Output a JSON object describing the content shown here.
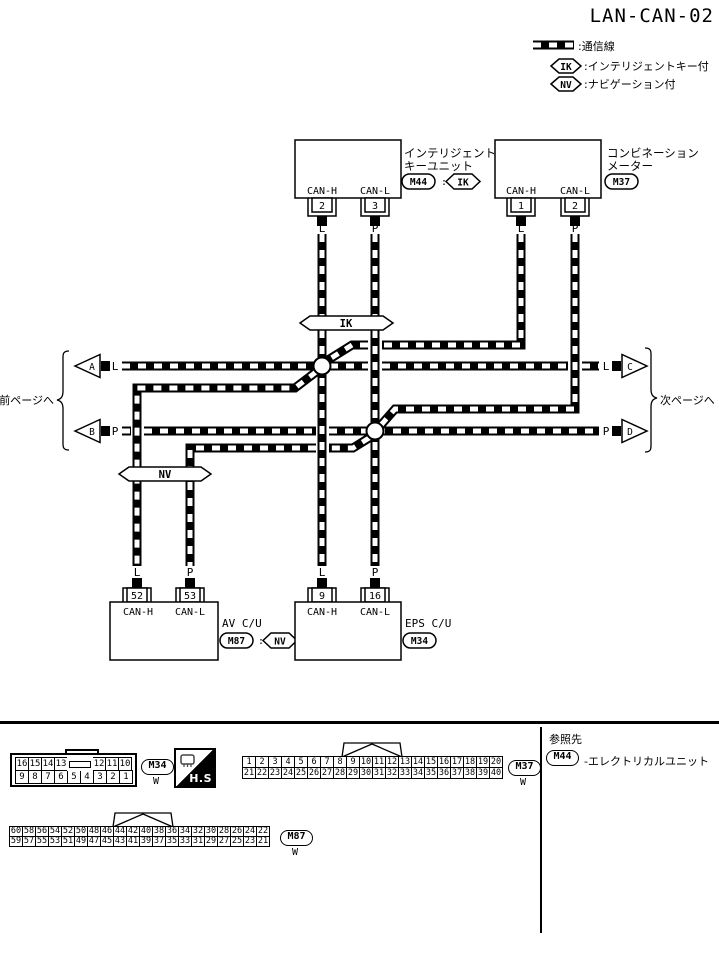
{
  "title": "LAN-CAN-02",
  "legend": {
    "comm_line_label": ":通信線",
    "ik_tag": "IK",
    "ik_label": ":インテリジェントキー付",
    "nv_tag": "NV",
    "nv_label": ":ナビゲーション付"
  },
  "units": {
    "intelligent_key": {
      "name_line1": "インテリジェント",
      "name_line2": "キーユニット",
      "connector": "M44",
      "colon": ":",
      "cond_tag": "IK",
      "can_h_label": "CAN-H",
      "can_l_label": "CAN-L",
      "can_h_pin": "2",
      "can_l_pin": "3",
      "can_h_wire": "L",
      "can_l_wire": "P"
    },
    "combination_meter": {
      "name_line1": "コンビネーション",
      "name_line2": "メーター",
      "connector": "M37",
      "can_h_label": "CAN-H",
      "can_l_label": "CAN-L",
      "can_h_pin": "1",
      "can_l_pin": "2",
      "can_h_wire": "L",
      "can_l_wire": "P"
    },
    "av_cu": {
      "name": "AV C/U",
      "connector": "M87",
      "colon": ":",
      "cond_tag": "NV",
      "can_h_label": "CAN-H",
      "can_l_label": "CAN-L",
      "can_h_pin": "52",
      "can_l_pin": "53",
      "can_h_wire": "L",
      "can_l_wire": "P"
    },
    "eps_cu": {
      "name": "EPS C/U",
      "connector": "M34",
      "can_h_label": "CAN-H",
      "can_l_label": "CAN-L",
      "can_h_pin": "9",
      "can_l_pin": "16",
      "can_h_wire": "L",
      "can_l_wire": "P"
    }
  },
  "inline_tags": {
    "ik": "IK",
    "nv": "NV"
  },
  "page_links": {
    "prev_label": "前ページへ",
    "next_label": "次ページへ",
    "a_id": "A",
    "a_wire": "L",
    "b_id": "B",
    "b_wire": "P",
    "c_id": "C",
    "c_wire": "L",
    "d_id": "D",
    "d_wire": "P"
  },
  "connector_views": {
    "m34": {
      "id": "M34",
      "color": "W",
      "row1a": [
        "16",
        "15",
        "14",
        "13"
      ],
      "row1b": [
        "12",
        "11",
        "10"
      ],
      "row2": [
        "9",
        "8",
        "7",
        "6",
        "5",
        "4",
        "3",
        "2",
        "1"
      ]
    },
    "m37": {
      "id": "M37",
      "color": "W",
      "row1": [
        "1",
        "2",
        "3",
        "4",
        "5",
        "6",
        "7",
        "8",
        "9",
        "10",
        "11",
        "12",
        "13",
        "14",
        "15",
        "16",
        "17",
        "18",
        "19",
        "20"
      ],
      "row2": [
        "21",
        "22",
        "23",
        "24",
        "25",
        "26",
        "27",
        "28",
        "29",
        "30",
        "31",
        "32",
        "33",
        "34",
        "35",
        "36",
        "37",
        "38",
        "39",
        "40"
      ]
    },
    "m87": {
      "id": "M87",
      "color": "W",
      "row1": [
        "60",
        "58",
        "56",
        "54",
        "52",
        "50",
        "48",
        "46",
        "44",
        "42",
        "40",
        "38",
        "36",
        "34",
        "32",
        "30",
        "28",
        "26",
        "24",
        "22"
      ],
      "row2": [
        "59",
        "57",
        "55",
        "53",
        "51",
        "49",
        "47",
        "45",
        "43",
        "41",
        "39",
        "37",
        "35",
        "33",
        "31",
        "29",
        "27",
        "25",
        "23",
        "21"
      ]
    }
  },
  "hs_logo_text": "H.S",
  "reference": {
    "heading": "参照先",
    "connector": "M44",
    "label": "-エレクトリカルユニット"
  }
}
